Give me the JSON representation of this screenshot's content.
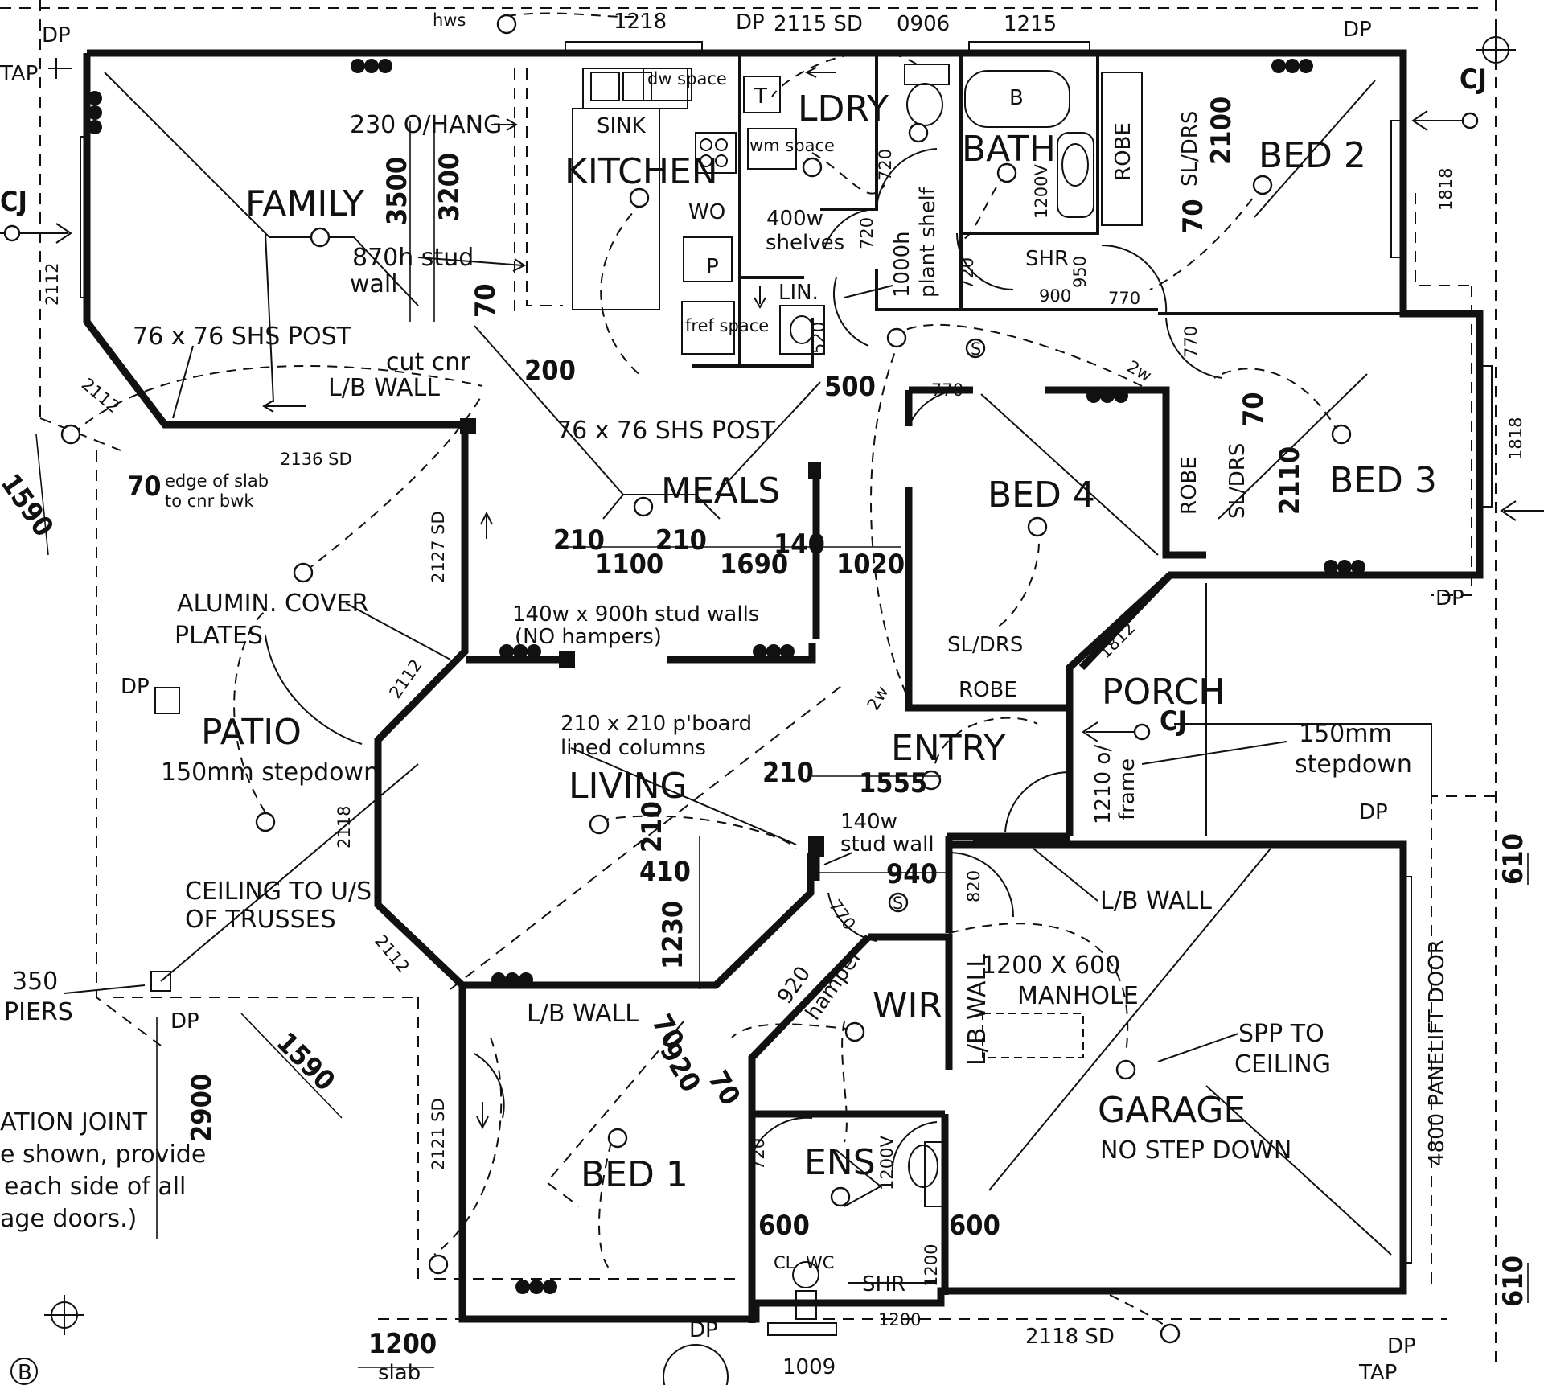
{
  "rooms": {
    "family": "FAMILY",
    "kitchen": "KITCHEN",
    "laundry": "LDRY",
    "bath": "BATH",
    "bed2": "BED 2",
    "bed3": "BED 3",
    "bed4": "BED 4",
    "meals": "MEALS",
    "living": "LIVING",
    "patio": "PATIO",
    "entry": "ENTRY",
    "porch": "PORCH",
    "garage": "GARAGE",
    "wir": "WIR",
    "ens": "ENS",
    "bed1": "BED 1"
  },
  "fixtures": {
    "sink": "SINK",
    "dw_space": "dw space",
    "wm_space": "wm space",
    "wo": "WO",
    "pantry": "P",
    "fridge_space": "fref space",
    "trough": "T",
    "bath_tub": "B",
    "linen": "LIN.",
    "robe": "ROBE",
    "sl_drs": "SL/DRS",
    "shr": "SHR",
    "cl": "CL",
    "wc": "WC",
    "hws": "hws",
    "s_symbol": "S",
    "cj": "CJ",
    "tap": "TAP",
    "dp": "DP",
    "b_marker": "B"
  },
  "notes": {
    "o_hang": "230 O/HANG",
    "stud_wall_870": "870h stud",
    "stud_wall_870b": "wall",
    "shs_post": "76 x 76 SHS POST",
    "shs_post2": "76 x 76 SHS POST",
    "cut_cnr": "cut cnr",
    "lb_wall": "L/B WALL",
    "lb_wall2": "L/B WALL",
    "lb_wall3": "L/B WALL",
    "lb_wall4": "L/B WALL",
    "edge_slab": "edge of slab",
    "edge_slab2": "to cnr bwk",
    "alumin": "ALUMIN. COVER",
    "alumin2": "PLATES",
    "patio_step": "150mm stepdown",
    "stud_walls_140": "140w x 900h stud walls",
    "no_hampers": "(NO hampers)",
    "columns": "210 x 210 p'board",
    "columns2": "lined columns",
    "ceiling": "CEILING TO U/S",
    "ceiling2": "OF TRUSSES",
    "piers": "350",
    "piers2": "PIERS",
    "stud_wall_140": "140w",
    "stud_wall_140b": "stud wall",
    "porch_step": "150mm",
    "porch_step2": "stepdown",
    "manhole": "1200 X 600",
    "manhole2": "MANHOLE",
    "spp": "SPP TO",
    "spp2": "CEILING",
    "no_step": "NO STEP DOWN",
    "panelift": "4800 PANELIFT DOOR",
    "shelves": "400w",
    "shelves2": "shelves",
    "plantshelf": "1000h",
    "plantshelf2": "plant shelf",
    "hamper": "920",
    "hamper2": "hamper",
    "o_frame": "1210 o/",
    "o_frame2": "frame",
    "slab": "slab",
    "joint1": "ATION JOINT",
    "joint2": "e shown, provide",
    "joint3": "each side of all",
    "joint4": "age doors.)",
    "v1200": "1200V",
    "v1200b": "1200V",
    "two_w": "2w",
    "two_w2": "2w"
  },
  "dimensions": {
    "d1218": "1218",
    "d2115": "2115 SD",
    "d0906": "0906",
    "d1215": "1215",
    "d3500": "3500",
    "d3200": "3200",
    "d2112a": "2112",
    "d2112b": "2112",
    "d2112c": "2112",
    "d2112d": "2112",
    "d70a": "70",
    "d70b": "70",
    "d70c": "70",
    "d70d": "70",
    "d70e": "70",
    "d70f": "70",
    "d200": "200",
    "d500": "500",
    "d2136": "2136 SD",
    "d2127": "2127 SD",
    "d2118": "2118",
    "d2121": "2121 SD",
    "d2118sd": "2118 SD",
    "d1590a": "1590",
    "d1590b": "1590",
    "d210a": "210",
    "d210b": "210",
    "d210c": "210",
    "d210d": "210",
    "d1100": "1100",
    "d1690": "1690",
    "d140": "140",
    "d1020": "1020",
    "d1555": "1555",
    "d410": "410",
    "d1230": "1230",
    "d940": "940",
    "d820": "820",
    "d770a": "770",
    "d770b": "770",
    "d770c": "770",
    "d770d": "770",
    "d720a": "720",
    "d720b": "720",
    "d720c": "720",
    "d720d": "720",
    "d520": "520",
    "d950": "950",
    "d900": "900",
    "d2100": "2100",
    "d2110": "2110",
    "d1818a": "1818",
    "d1818b": "1818",
    "d1812": "1812",
    "d920": "920",
    "d600a": "600",
    "d600b": "600",
    "d1200a": "1200",
    "d1200b": "1200",
    "d1200c": "1200",
    "d1009": "1009",
    "d2900": "2900",
    "d610a": "610",
    "d610b": "610"
  }
}
